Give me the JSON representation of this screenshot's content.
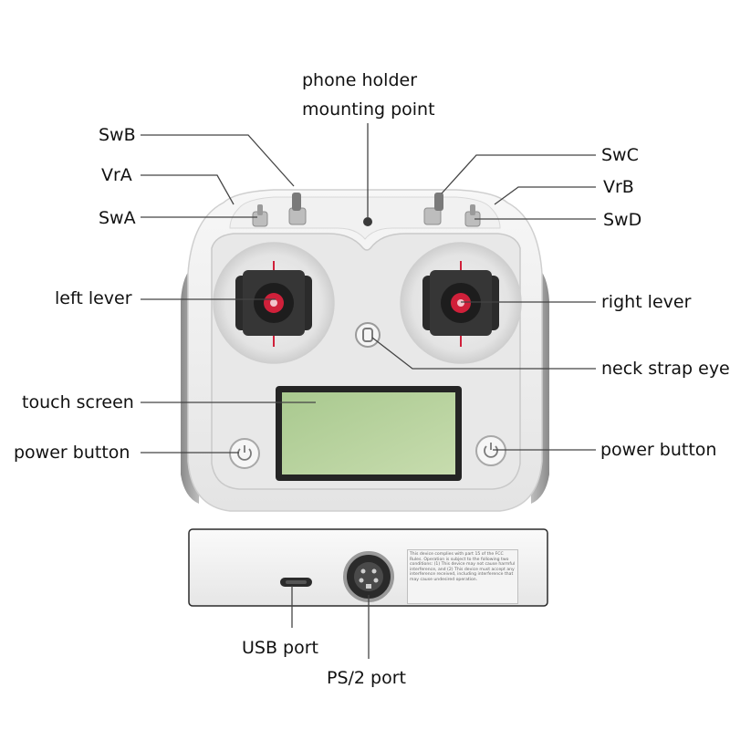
{
  "labels": {
    "phone_holder_line1": "phone holder",
    "phone_holder_line2": "mounting point",
    "swb": "SwB",
    "vra": "VrA",
    "swa": "SwA",
    "swc": "SwC",
    "vrb": "VrB",
    "swd": "SwD",
    "left_lever": "left lever",
    "right_lever": "right lever",
    "neck_strap_eye": "neck strap eye",
    "touch_screen": "touch screen",
    "power_button_left": "power button",
    "power_button_right": "power button",
    "usb_port": "USB port",
    "ps2_port": "PS/2 port"
  },
  "fcc_notice": "This device complies with part 15 of the FCC Rules. Operation is subject to the following two conditions: (1) This device may not cause harmful interference, and (2) This device must accept any interference received, including interference that may cause undesired operation.",
  "colors": {
    "body": "#f3f3f3",
    "faceplate": "#e6e6e6",
    "stick_red": "#d0203a",
    "screen": "#b9d1a0",
    "leader": "#444444"
  }
}
